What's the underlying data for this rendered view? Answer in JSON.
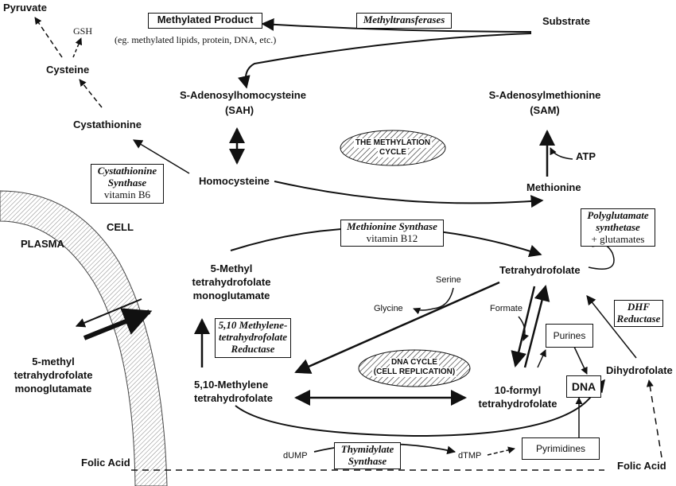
{
  "nodes": {
    "pyruvate": "Pyruvate",
    "gsh": "GSH",
    "cysteine": "Cysteine",
    "cystathionine": "Cystathionine",
    "substrate": "Substrate",
    "methylated_product": "Methylated Product",
    "methylated_product_examples": "(eg. methylated lipids, protein, DNA, etc.)",
    "sah_line1": "S-Adenosylhomocysteine",
    "sah_line2": "(SAH)",
    "sam_line1": "S-Adenosylmethionine",
    "sam_line2": "(SAM)",
    "atp": "ATP",
    "homocysteine": "Homocysteine",
    "methionine": "Methionine",
    "cell": "CELL",
    "plasma": "PLASMA",
    "mthf_mono_line1": "5-Methyl",
    "mthf_mono_line2": "tetrahydrofolate",
    "mthf_mono_line3": "monoglutamate",
    "plasma_mthf_line1": "5-methyl",
    "plasma_mthf_line2": "tetrahydrofolate",
    "plasma_mthf_line3": "monoglutamate",
    "tetrahydrofolate": "Tetrahydrofolate",
    "serine": "Serine",
    "glycine": "Glycine",
    "formate": "Formate",
    "purines": "Purines",
    "dna": "DNA",
    "dihydrofolate": "Dihydrofolate",
    "methylene_thf_line1": "5,10-Methylene",
    "methylene_thf_line2": "tetrahydrofolate",
    "formyl_thf_line1": "10-formyl",
    "formyl_thf_line2": "tetrahydrofolate",
    "dump": "dUMP",
    "dtmp": "dTMP",
    "pyrimidines": "Pyrimidines",
    "folic_acid_left": "Folic Acid",
    "folic_acid_right": "Folic Acid"
  },
  "enzymes": {
    "methyltransferases": "Methyltransferases",
    "cystathionine_synthase_line1": "Cystathionine",
    "cystathionine_synthase_line2": "Synthase",
    "cystathionine_synthase_cofactor": "vitamin B6",
    "methionine_synthase": "Methionine Synthase",
    "methionine_synthase_cofactor": "vitamin B12",
    "polyglutamate_line1": "Polyglutamate",
    "polyglutamate_line2": "synthetase",
    "polyglutamate_extra": "+ glutamates",
    "mthfr_line1": "5,10 Methylene-",
    "mthfr_line2": "tetrahydrofolate",
    "mthfr_line3": "Reductase",
    "dhf_line1": "DHF",
    "dhf_line2": "Reductase",
    "thymidylate_line1": "Thymidylate",
    "thymidylate_line2": "Synthase"
  },
  "cycles": {
    "methylation_line1": "THE METHYLATION",
    "methylation_line2": "CYCLE",
    "dna_line1": "DNA CYCLE",
    "dna_line2": "(CELL REPLICATION)"
  }
}
